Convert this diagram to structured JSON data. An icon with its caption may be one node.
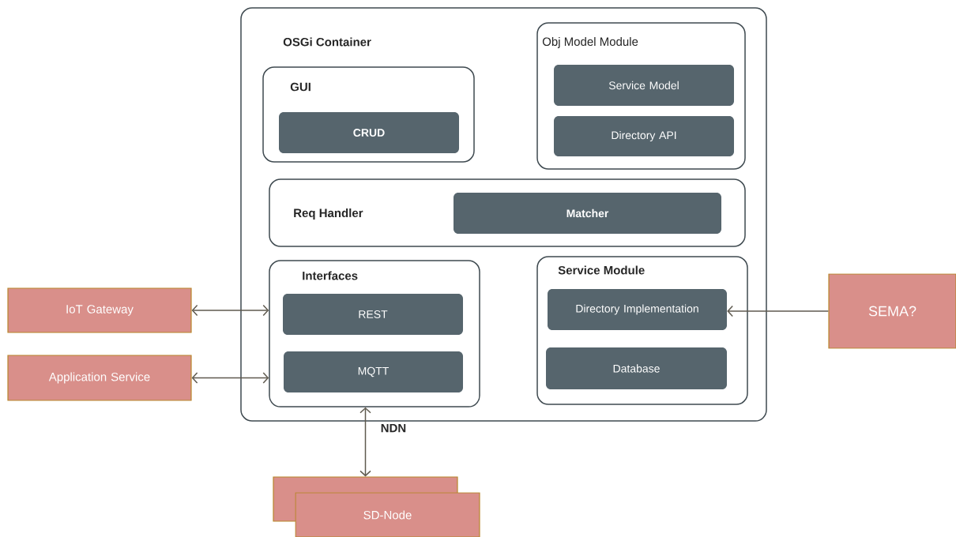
{
  "diagram": {
    "nodes": [
      {
        "text": [
          "OSGi Container"
        ]
      },
      {
        "text": [
          "GUI"
        ],
        "in": 0
      },
      {
        "text": [
          "CRUD"
        ],
        "in": 1
      },
      {
        "text": [
          "Obj Model Module"
        ],
        "in": 0
      },
      {
        "text": [
          "Service Model"
        ],
        "in": 3
      },
      {
        "text": [
          "Directory API"
        ],
        "in": 3
      },
      {
        "text": [
          "Req Handler"
        ],
        "in": 0
      },
      {
        "text": [
          "Matcher"
        ],
        "in": 6
      },
      {
        "text": [
          "Interfaces"
        ],
        "in": 0
      },
      {
        "text": [
          "REST"
        ],
        "in": 8
      },
      {
        "text": [
          "MQTT"
        ],
        "in": 8
      },
      {
        "text": [
          "Service Module"
        ],
        "in": 0
      },
      {
        "text": [
          "Directory Implementation"
        ],
        "in": 11
      },
      {
        "text": [
          "Database"
        ],
        "in": 11
      },
      {
        "text": [
          "IoT Gateway"
        ]
      },
      {
        "text": [
          "Application Service"
        ]
      },
      {
        "text": [
          "SEMA?"
        ]
      },
      {
        "text": [],
        "shape": "box"
      },
      {
        "text": [
          "SD-Node"
        ]
      }
    ],
    "edges": [
      {
        "from": 14,
        "to": 8,
        "arrow": "both"
      },
      {
        "from": 15,
        "to": 8,
        "arrow": "both"
      },
      {
        "from": 8,
        "to": 17,
        "arrow": "both",
        "label": "NDN"
      },
      {
        "from": 16,
        "to": 12,
        "arrow": "to"
      }
    ]
  }
}
